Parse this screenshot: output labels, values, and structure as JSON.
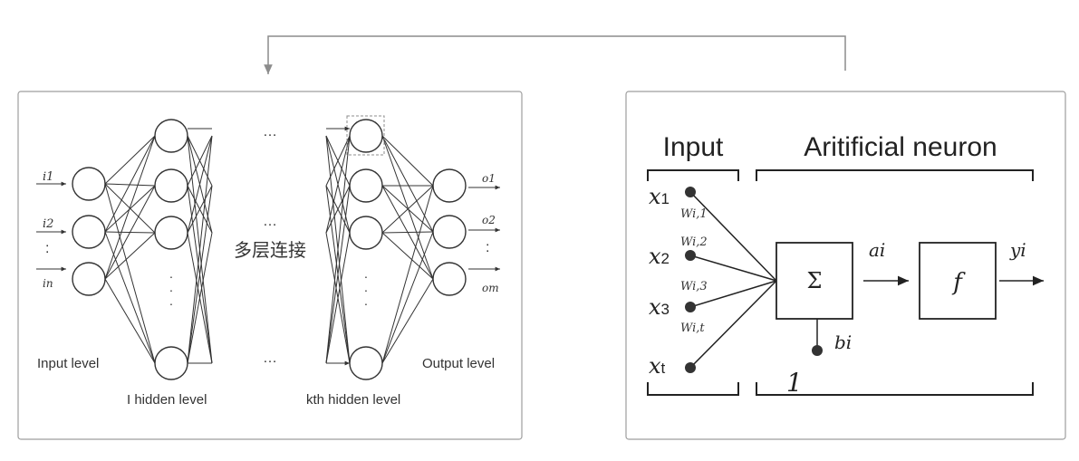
{
  "left_panel": {
    "inputs": [
      "i1",
      "i2",
      ":",
      "in"
    ],
    "outputs": [
      "o1",
      "o2",
      ":",
      "om"
    ],
    "ellipsis": "…",
    "middle_label": "多层连接",
    "input_level_label": "Input level",
    "hidden1_label": "I  hidden level",
    "hiddenk_label": "kth hidden level",
    "output_level_label": "Output level"
  },
  "right_panel": {
    "input_header": "Input",
    "neuron_header": "Aritificial neuron",
    "inputs": [
      {
        "var": "x",
        "sub": "1",
        "weight": "Wi,1"
      },
      {
        "var": "x",
        "sub": "2",
        "weight": "Wi,2"
      },
      {
        "var": "x",
        "sub": "3",
        "weight": "Wi,3"
      },
      {
        "var": "x",
        "sub": "t",
        "weight": "Wi,t"
      }
    ],
    "sum_symbol": "Σ",
    "activation_symbol": "f",
    "pre_activation": "ai",
    "output": "yi",
    "bias": "bi",
    "bracket_number": "1"
  },
  "colors": {
    "panel_border": "#9e9e9e",
    "stroke": "#333333",
    "connector": "#8c8c8c",
    "highlight_box": "#8c8c8c"
  }
}
